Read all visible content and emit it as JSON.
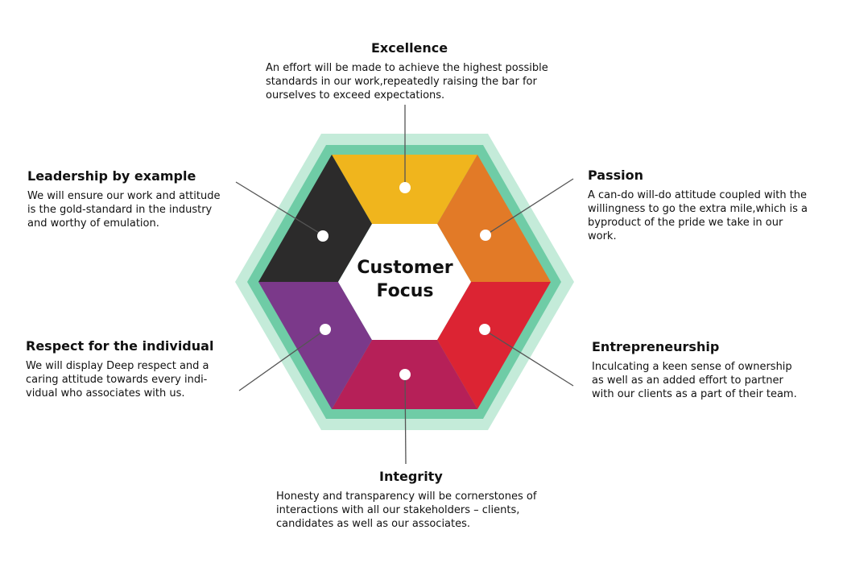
{
  "center": {
    "line1": "Customer",
    "line2": "Focus"
  },
  "colors": {
    "outer_hexagon": "#c4ebd9",
    "inner_hexagon": "#6fcca6",
    "center": "#ffffff",
    "connector_line": "#555555",
    "marker_dot": "#ffffff"
  },
  "segments": [
    {
      "id": "excellence",
      "color": "#f0b51d"
    },
    {
      "id": "passion",
      "color": "#e27a27"
    },
    {
      "id": "entrepreneurship",
      "color": "#dc2433"
    },
    {
      "id": "integrity",
      "color": "#b62058"
    },
    {
      "id": "respect",
      "color": "#7b398a"
    },
    {
      "id": "leadership",
      "color": "#2c2b2b"
    }
  ],
  "values": {
    "excellence": {
      "title": "Excellence",
      "description": "An effort will be made to achieve the highest possible\nstandards in our work,repeatedly raising the bar for\nourselves to exceed expectations."
    },
    "leadership": {
      "title": "Leadership by example",
      "description": "We will ensure our work and attitude\nis the gold-standard in the industry\nand worthy of emulation."
    },
    "passion": {
      "title": "Passion",
      "description": "A can-do will-do attitude coupled with the\nwillingness to go the extra mile,which is a\nbyproduct of the pride we take in our\nwork."
    },
    "respect": {
      "title": "Respect for the individual",
      "description": "We will display Deep respect and a\ncaring attitude towards every indi-\nvidual who associates with us."
    },
    "entrepreneurship": {
      "title": "Entrepreneurship",
      "description": "Inculcating a keen sense of ownership\nas well as an added effort to partner\nwith our clients as a part of their team."
    },
    "integrity": {
      "title": "Integrity",
      "description": "Honesty and transparency will be cornerstones of\ninteractions with all our stakeholders – clients,\ncandidates as well as our associates."
    }
  }
}
